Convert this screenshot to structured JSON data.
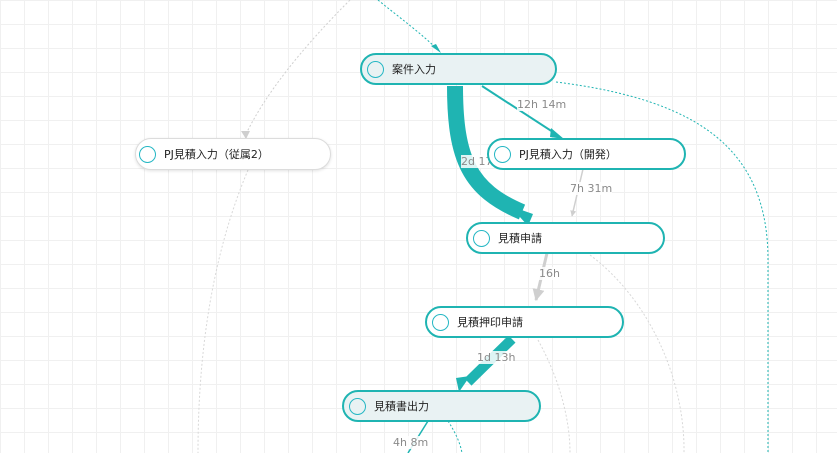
{
  "colors": {
    "accent": "#1fb4b2",
    "ring": "#25b7c4",
    "node_highlight_bg": "#e9f2f3",
    "muted_edge": "#cfcfcf"
  },
  "nodes": {
    "anken": {
      "label": "案件入力",
      "icon": "circle-ring-icon"
    },
    "pj_jusoku": {
      "label": "PJ見積入力（従属2）",
      "icon": "circle-ring-icon"
    },
    "pj_kaihatsu": {
      "label": "PJ見積入力（開発）",
      "icon": "circle-ring-icon"
    },
    "shinsei": {
      "label": "見積申請",
      "icon": "circle-ring-icon"
    },
    "ouin": {
      "label": "見積押印申請",
      "icon": "circle-ring-icon"
    },
    "shutsuryoku": {
      "label": "見積書出力",
      "icon": "circle-ring-icon"
    }
  },
  "edges": {
    "anken_to_kaihatsu": "12h 14m",
    "anken_to_shinsei": "2d 17",
    "kaihatsu_to_shinsei": "7h 31m",
    "shinsei_to_ouin": "16h",
    "ouin_to_shutsuryoku": "1d 13h",
    "shutsuryoku_out": "4h 8m"
  }
}
